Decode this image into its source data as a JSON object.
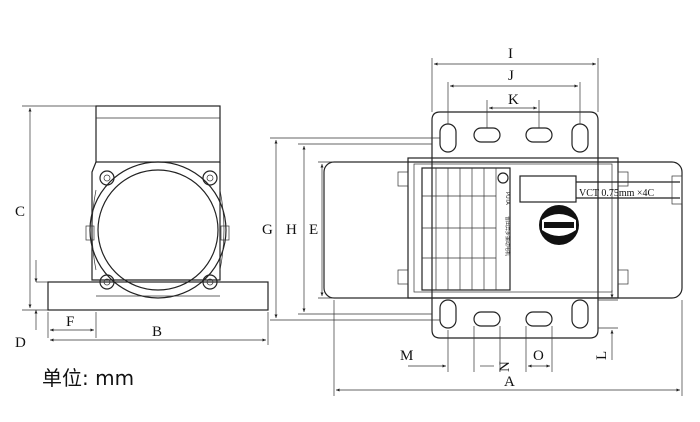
{
  "diagram": {
    "dimension_labels": {
      "a": "A",
      "b": "B",
      "c": "C",
      "d": "D",
      "e": "E",
      "f": "F",
      "g": "G",
      "h": "H",
      "i": "I",
      "j": "J",
      "k": "K",
      "l": "L",
      "m": "M",
      "n": "N",
      "o": "O"
    },
    "units_label": "单位: mm",
    "cable_label": "VCT 0.75mm ×4C",
    "nameplate": {
      "brand": "PUTA",
      "title": "普田异步振动电机"
    }
  }
}
